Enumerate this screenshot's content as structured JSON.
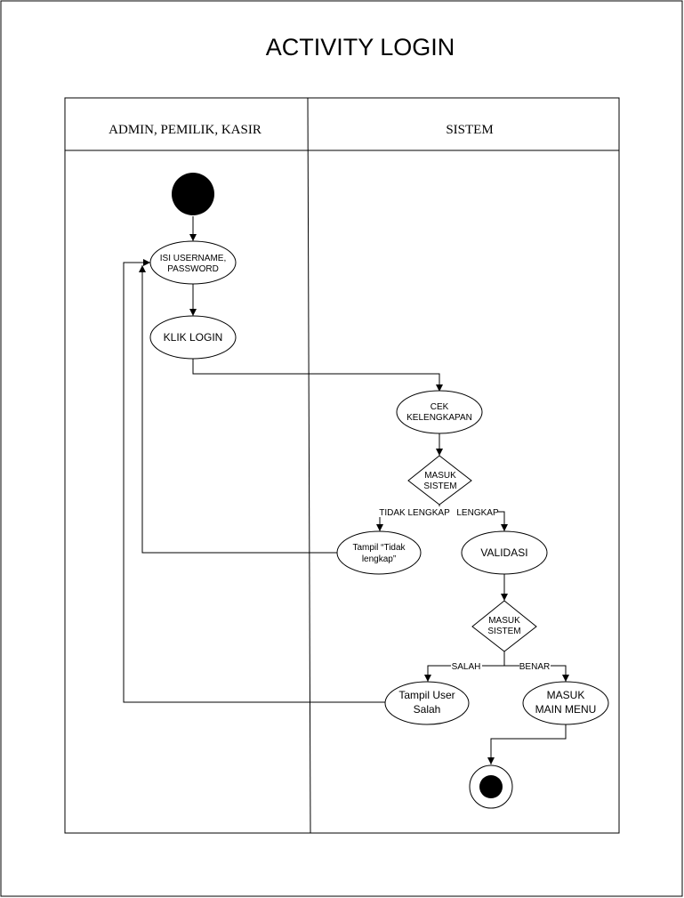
{
  "title": "ACTIVITY LOGIN",
  "lanes": {
    "user": "ADMIN, PEMILIK, KASIR",
    "system": "SISTEM"
  },
  "nodes": {
    "isi_username": [
      "ISI USERNAME,",
      "PASSWORD"
    ],
    "klik_login": [
      "KLIK LOGIN"
    ],
    "cek_kelengkapan": [
      "CEK",
      "KELENGKAPAN"
    ],
    "masuk_sistem_1": [
      "MASUK",
      "SISTEM"
    ],
    "tampil_tidak_lengkap": [
      "Tampil “Tidak",
      "lengkap”"
    ],
    "validasi": [
      "VALIDASI"
    ],
    "masuk_sistem_2": [
      "MASUK",
      "SISTEM"
    ],
    "tampil_user_salah": [
      "Tampil User",
      "Salah"
    ],
    "masuk_main_menu": [
      "MASUK",
      "MAIN MENU"
    ]
  },
  "edge_labels": {
    "tidak_lengkap": "TIDAK LENGKAP",
    "lengkap": "LENGKAP",
    "salah": "SALAH",
    "benar": "BENAR"
  }
}
